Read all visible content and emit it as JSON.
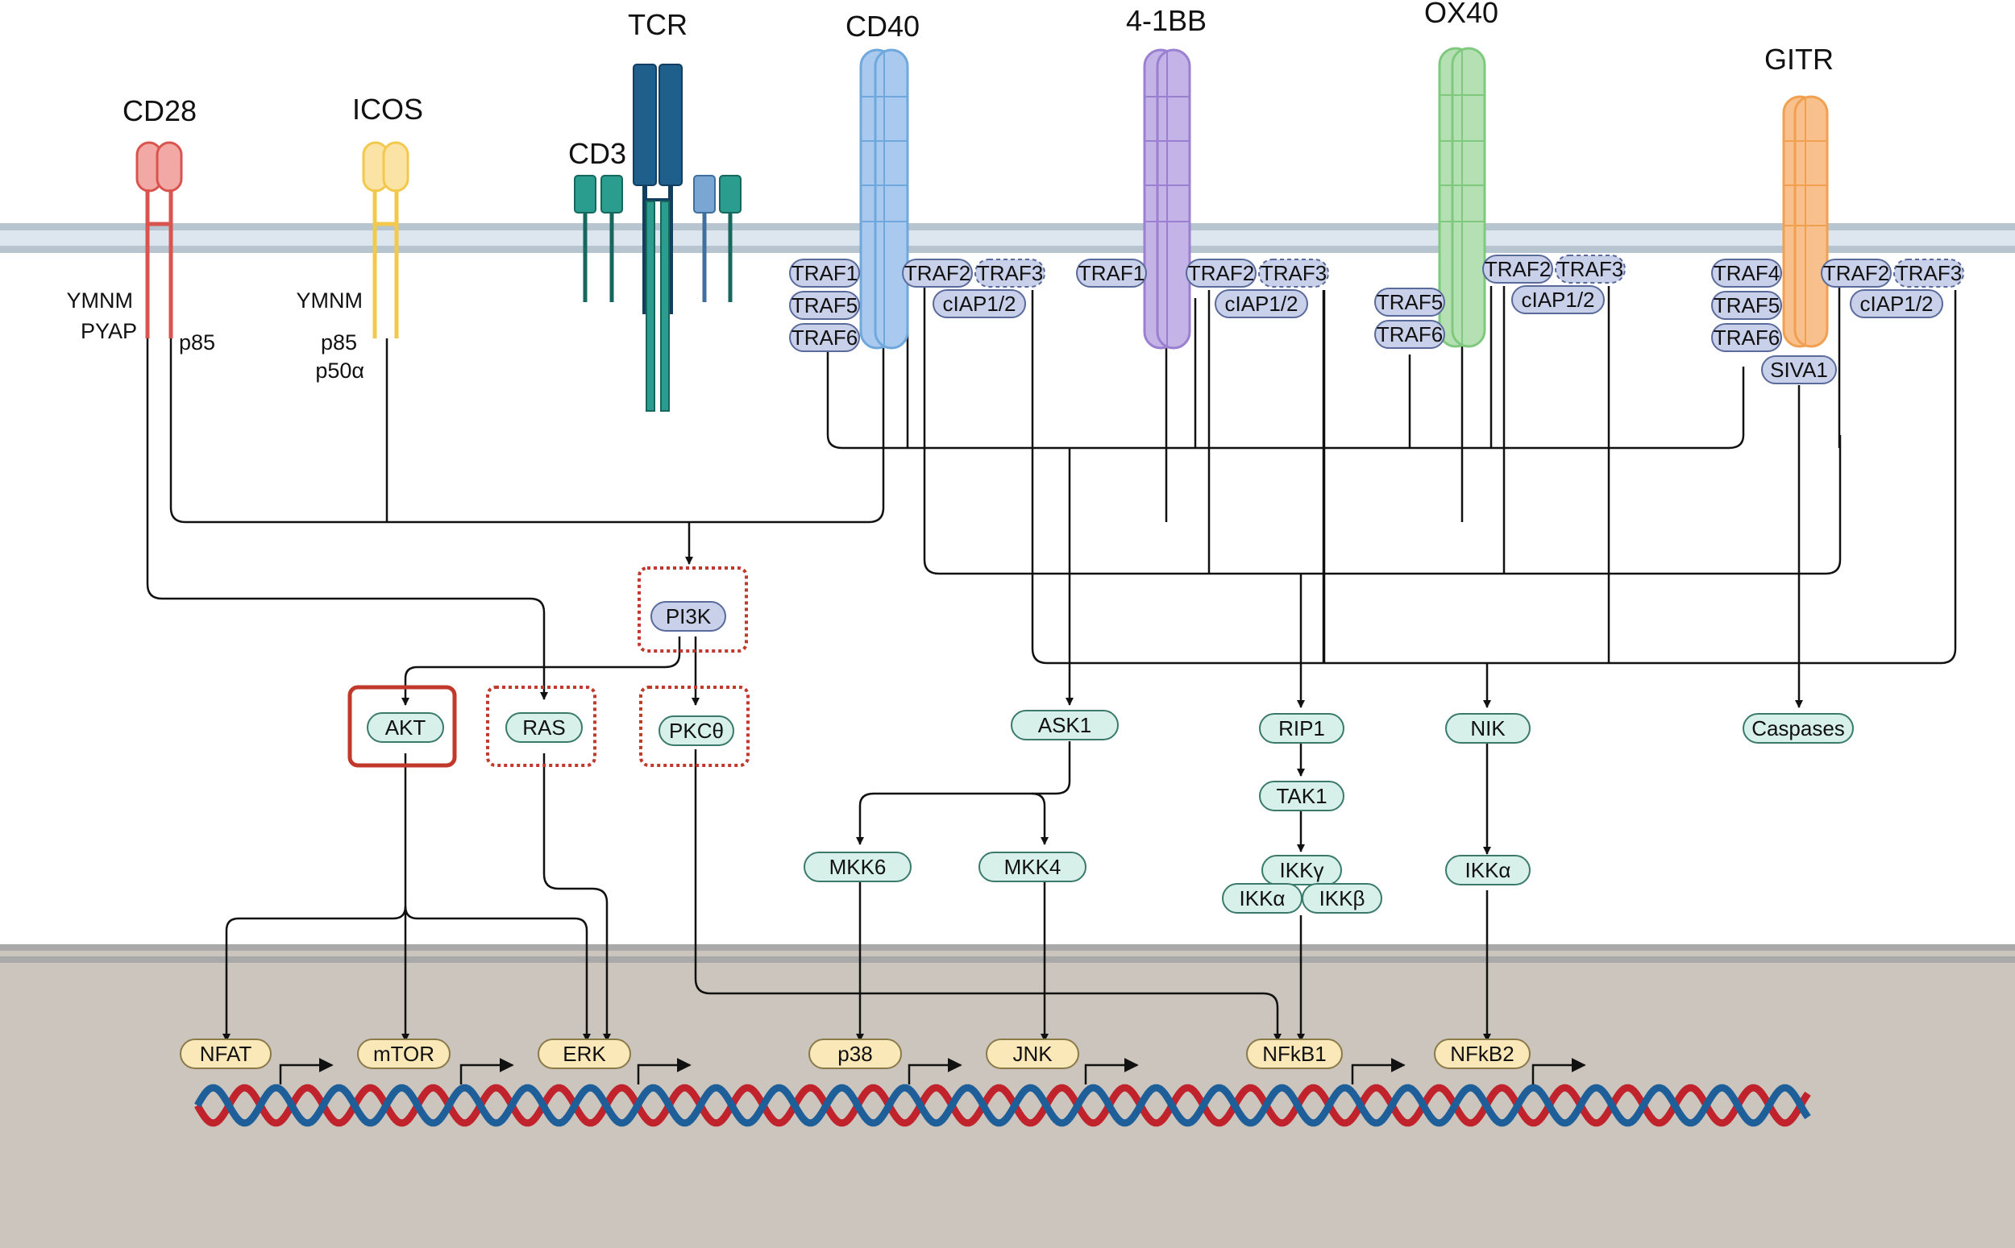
{
  "receptors": {
    "cd28": "CD28",
    "icos": "ICOS",
    "tcr": "TCR",
    "cd3": "CD3",
    "cd40": "CD40",
    "bb41": "4-1BB",
    "ox40": "OX40",
    "gitr": "GITR"
  },
  "motifs": {
    "cd28_ymnm": "YMNM",
    "cd28_pyap": "PYAP",
    "cd28_p85": "p85",
    "icos_ymnm": "YMNM",
    "icos_p85": "p85",
    "icos_p50": "p50α"
  },
  "adaptors": {
    "traf1": "TRAF1",
    "traf2": "TRAF2",
    "traf3": "TRAF3",
    "traf4": "TRAF4",
    "traf5": "TRAF5",
    "traf6": "TRAF6",
    "ciap": "cIAP1/2",
    "siva1": "SIVA1"
  },
  "nodes": {
    "pi3k": "PI3K",
    "akt": "AKT",
    "ras": "RAS",
    "pkc": "PKCθ",
    "ask1": "ASK1",
    "rip1": "RIP1",
    "nik": "NIK",
    "caspases": "Caspases",
    "mkk6": "MKK6",
    "mkk4": "MKK4",
    "tak1": "TAK1",
    "ikkg": "IKKγ",
    "ikka": "IKKα",
    "ikkb": "IKKβ"
  },
  "targets": {
    "nfat": "NFAT",
    "mtor": "mTOR",
    "erk": "ERK",
    "p38": "p38",
    "jnk": "JNK",
    "nfkb1": "NFkB1",
    "nfkb2": "NFkB2"
  },
  "colors": {
    "cd28": "#d9534f",
    "icos": "#f2c94c",
    "tcr": "#1f5f8b",
    "cd3": "#2a9d8f",
    "cd40": "#6fa8dc",
    "bb41": "#9b7fd1",
    "ox40": "#7fc97f",
    "gitr": "#f0a050",
    "adaptor_fill": "#c9d0ea",
    "node_fill": "#d8f0ea",
    "target_fill": "#fbe8b8",
    "highlight": "#c0392b",
    "membrane": "#c7d3dc",
    "nucleus": "#cbc5bd",
    "dna_red": "#c0232b",
    "dna_blue": "#1f5f99"
  }
}
